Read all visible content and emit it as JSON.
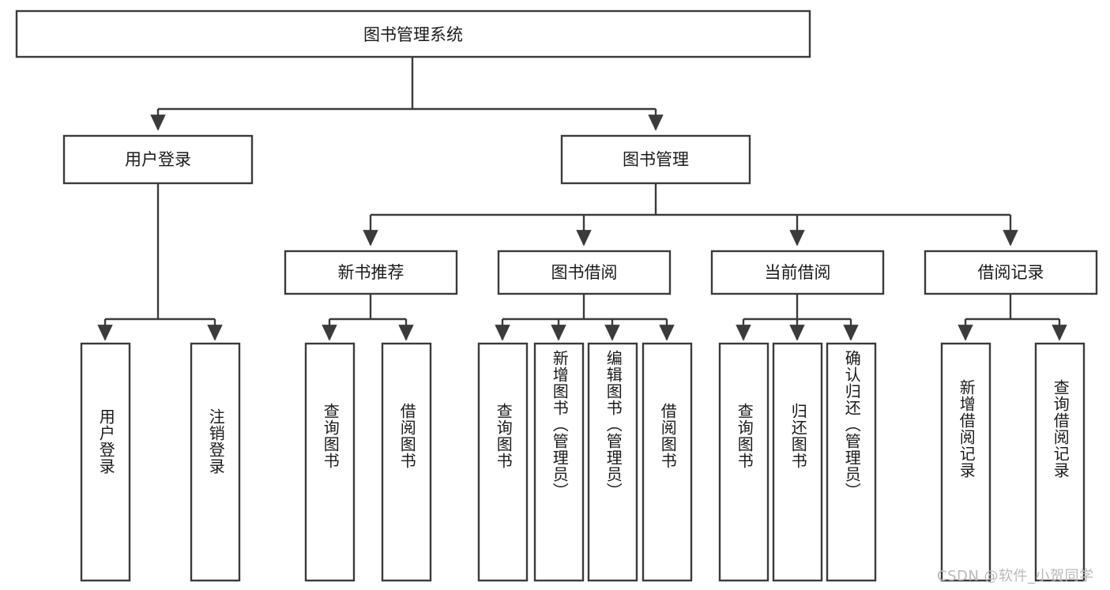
{
  "diagram": {
    "type": "tree-hierarchy",
    "title": "图书管理系统",
    "watermark": "CSDN @软件_小贺同学",
    "colors": {
      "stroke": "#3b3b3b",
      "fill": "#ffffff",
      "text": "#1a1a1a",
      "watermark": "#b9b9b9"
    },
    "levels": {
      "level0": [
        {
          "id": "root",
          "label": "图书管理系统"
        }
      ],
      "level1": [
        {
          "id": "user-login",
          "label": "用户登录"
        },
        {
          "id": "book-manage",
          "label": "图书管理"
        }
      ],
      "level2": [
        {
          "id": "new-book-rec",
          "label": "新书推荐"
        },
        {
          "id": "book-borrow",
          "label": "图书借阅"
        },
        {
          "id": "current-borrow",
          "label": "当前借阅"
        },
        {
          "id": "borrow-record",
          "label": "借阅记录"
        }
      ],
      "level3": [
        {
          "id": "leaf-user-login",
          "label": "用户登录",
          "parent": "user-login"
        },
        {
          "id": "leaf-user-logout",
          "label": "注销登录",
          "parent": "user-login"
        },
        {
          "id": "leaf-query-book-1",
          "label": "查询图书",
          "parent": "new-book-rec"
        },
        {
          "id": "leaf-borrow-book-1",
          "label": "借阅图书",
          "parent": "new-book-rec"
        },
        {
          "id": "leaf-query-book-2",
          "label": "查询图书",
          "parent": "book-borrow"
        },
        {
          "id": "leaf-add-book",
          "label": "新增图书（管理员）",
          "parent": "book-borrow"
        },
        {
          "id": "leaf-edit-book",
          "label": "编辑图书（管理员）",
          "parent": "book-borrow"
        },
        {
          "id": "leaf-borrow-book-2",
          "label": "借阅图书",
          "parent": "book-borrow"
        },
        {
          "id": "leaf-query-book-3",
          "label": "查询图书",
          "parent": "current-borrow"
        },
        {
          "id": "leaf-return-book",
          "label": "归还图书",
          "parent": "current-borrow"
        },
        {
          "id": "leaf-confirm-return",
          "label": "确认归还（管理员）",
          "parent": "current-borrow"
        },
        {
          "id": "leaf-add-record",
          "label": "新增借阅记录",
          "parent": "borrow-record"
        },
        {
          "id": "leaf-query-record",
          "label": "查询借阅记录",
          "parent": "borrow-record"
        }
      ]
    }
  }
}
